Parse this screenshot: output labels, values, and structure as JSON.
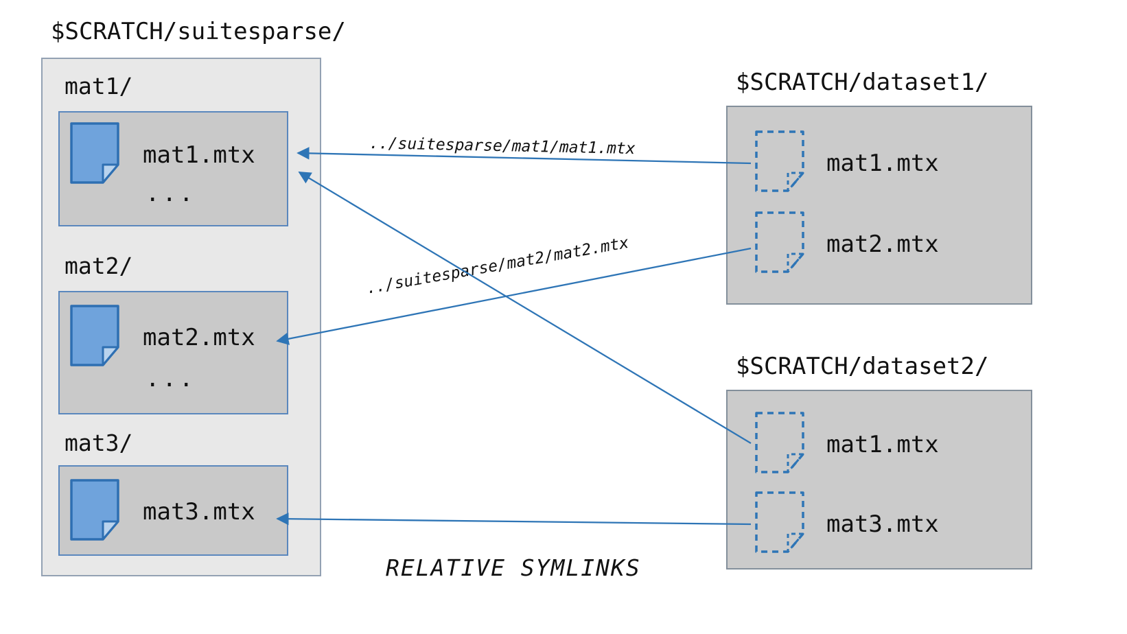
{
  "left_tree": {
    "title": "$SCRATCH/suitesparse/",
    "folders": [
      {
        "name": "mat1/",
        "file": "mat1.mtx",
        "ellipsis": "..."
      },
      {
        "name": "mat2/",
        "file": "mat2.mtx",
        "ellipsis": "..."
      },
      {
        "name": "mat3/",
        "file": "mat3.mtx"
      }
    ]
  },
  "datasets": [
    {
      "title": "$SCRATCH/dataset1/",
      "files": [
        "mat1.mtx",
        "mat2.mtx"
      ]
    },
    {
      "title": "$SCRATCH/dataset2/",
      "files": [
        "mat1.mtx",
        "mat3.mtx"
      ]
    }
  ],
  "symlinks": [
    {
      "from": "dataset1/mat1.mtx",
      "to": "suitesparse/mat1/mat1.mtx",
      "label": "../suitesparse/mat1/mat1.mtx"
    },
    {
      "from": "dataset1/mat2.mtx",
      "to": "suitesparse/mat2/mat2.mtx",
      "label": "../suitesparse/mat2/mat2.mtx"
    },
    {
      "from": "dataset2/mat1.mtx",
      "to": "suitesparse/mat1/mat1.mtx",
      "label": ""
    },
    {
      "from": "dataset2/mat3.mtx",
      "to": "suitesparse/mat3/mat3.mtx",
      "label": ""
    }
  ],
  "caption": "RELATIVE SYMLINKS",
  "colors": {
    "arrow": "#2e75b6",
    "file_fill": "#6fa3dc",
    "file_fold": "#b9d3ee",
    "file_stroke": "#2e6fb2",
    "outer_box_bg": "#e8e8e8",
    "inner_box_bg": "#c9c9c9",
    "dataset_box_bg": "#cbcbcb"
  }
}
